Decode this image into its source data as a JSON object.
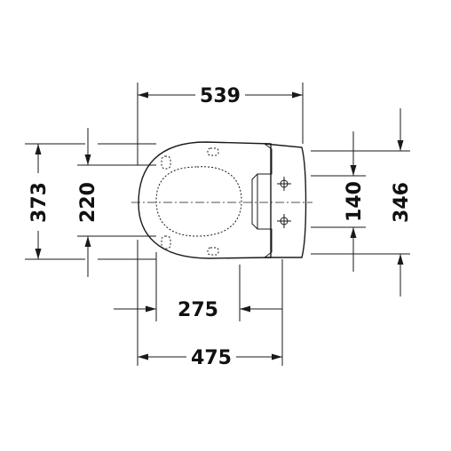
{
  "dimensions": {
    "top_width": "539",
    "left_outer_height": "373",
    "left_inner_height": "220",
    "right_inner_height": "140",
    "right_outer_height": "346",
    "bottom_inner_width": "275",
    "bottom_outer_width": "475"
  }
}
